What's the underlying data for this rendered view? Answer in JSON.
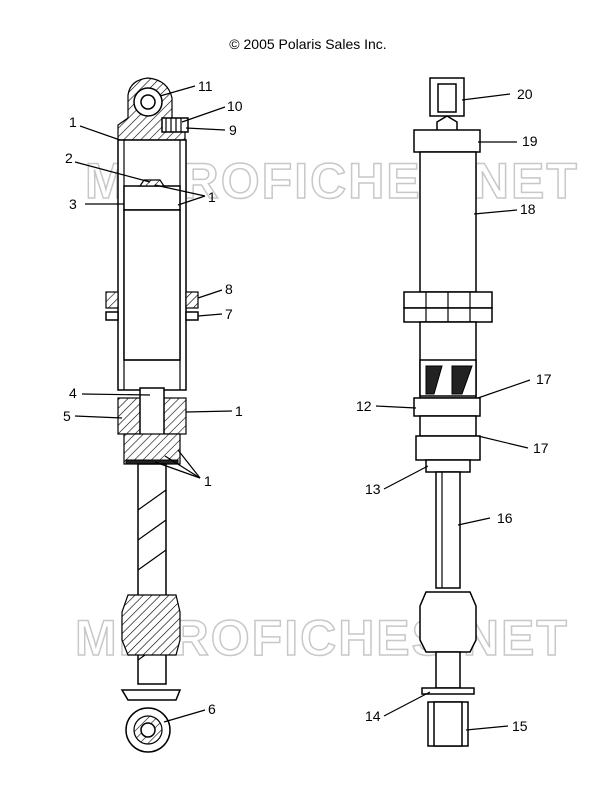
{
  "copyright": "© 2005 Polaris Sales Inc.",
  "watermark": "MICROFICHES.NET",
  "left_callouts": [
    "11",
    "10",
    "9",
    "1",
    "2",
    "1",
    "3",
    "8",
    "7",
    "4",
    "1",
    "5",
    "1",
    "6"
  ],
  "right_callouts": [
    "20",
    "19",
    "18",
    "17",
    "12",
    "17",
    "13",
    "16",
    "14",
    "15"
  ]
}
